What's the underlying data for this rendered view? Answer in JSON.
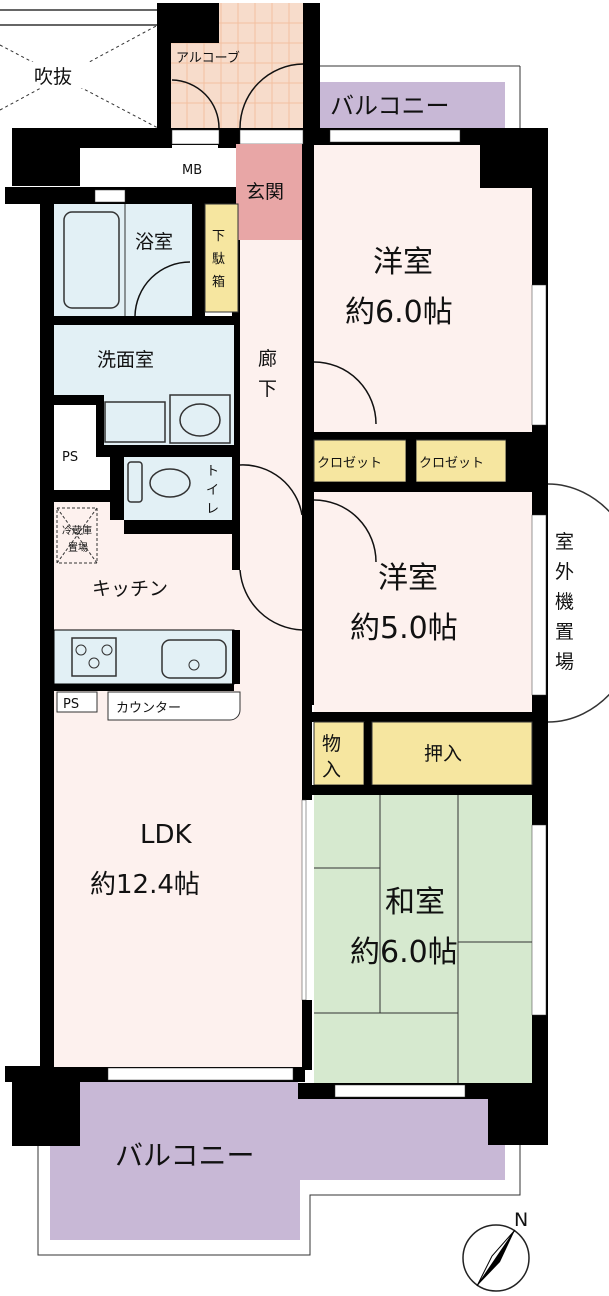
{
  "colors": {
    "wall": "#000000",
    "room_pink": "#fdf1ee",
    "wet_blue": "#e2f0f5",
    "storage_yellow": "#f6e6a0",
    "entrance": "#e8a6a6",
    "alcove": "#f7dccb",
    "balcony": "#c8b8d6",
    "washitsu": "#d6e9cf"
  },
  "labels": {
    "fukinuke": "吹抜",
    "alcove": "アルコーブ",
    "balcony_top": "バルコニー",
    "mb": "MB",
    "genkan": "玄関",
    "bath": "浴室",
    "getabako": [
      "下",
      "駄",
      "箱"
    ],
    "washroom": "洗面室",
    "ps1": "PS",
    "toilet": [
      "ト",
      "イ",
      "レ"
    ],
    "corridor": [
      "廊",
      "下"
    ],
    "fridge": [
      "冷蔵庫",
      "置場"
    ],
    "kitchen": "キッチン",
    "ps2": "PS",
    "counter": "カウンター",
    "ldk_name": "LDK",
    "ldk_size": "約12.4帖",
    "western1_name": "洋室",
    "western1_size": "約6.0帖",
    "closet1": "クロゼット",
    "closet2": "クロゼット",
    "western2_name": "洋室",
    "western2_size": "約5.0帖",
    "outdoor_unit": [
      "室",
      "外",
      "機",
      "置",
      "場"
    ],
    "storage": [
      "物",
      "入"
    ],
    "oshiire": "押入",
    "washitsu_name": "和室",
    "washitsu_size": "約6.0帖",
    "balcony_bottom": "バルコニー",
    "compass": "N"
  }
}
